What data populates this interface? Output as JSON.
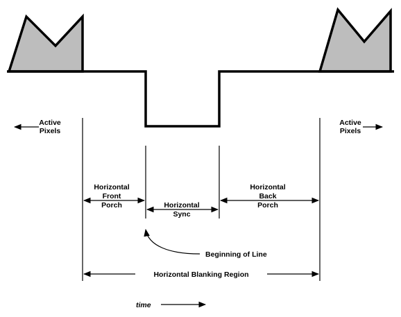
{
  "labels": {
    "active_left": [
      "Active",
      "Pixels"
    ],
    "active_right": [
      "Active",
      "Pixels"
    ],
    "front_porch": [
      "Horizontal",
      "Front",
      "Porch"
    ],
    "sync": [
      "Horizontal",
      "Sync"
    ],
    "back_porch": [
      "Horizontal",
      "Back",
      "Porch"
    ],
    "beginning": "Beginning of Line",
    "blanking": "Horizontal Blanking Region",
    "time": "time"
  },
  "colors": {
    "line": "#000000",
    "pixel_fill": "#bdbdbd",
    "background": "#ffffff"
  }
}
